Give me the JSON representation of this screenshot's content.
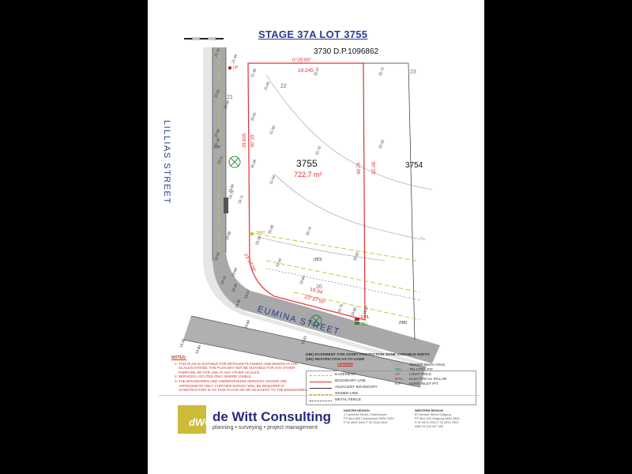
{
  "title": "STAGE 37A LOT 3755",
  "dp_label": "3730 D.P.1096862",
  "lot": {
    "number": "3755",
    "area": "722.7 m²",
    "adjacent": "3754"
  },
  "streets": {
    "lillias": "LILLIAS STREET",
    "eumina": "EUMINA STREET"
  },
  "dimensions": {
    "top_bearing": "0°25'05\"",
    "top_length": "19.245",
    "left_length": "29.605",
    "left_bearing": "90°25'",
    "right_length": "42.06",
    "right_bearing": "90°25'",
    "bottom_bearing": "23°37'50\"",
    "bottom_length": "16.94",
    "corner_arc": "23°17'20\""
  },
  "markers": {
    "lp": "LP",
    "kip": "KIP",
    "smh": "SMH",
    "epil": "EPIL",
    "tel": "TEL",
    "hb": "(HB)",
    "hd": "(HD)"
  },
  "contours": [
    "21",
    "22",
    "23",
    "20"
  ],
  "levels": [
    "21.49",
    "21.42",
    "21.48",
    "21.81",
    "22.47",
    "22.72",
    "20.82",
    "20.90",
    "20.81",
    "21.50",
    "21.70",
    "22.20",
    "20.58",
    "20.28",
    "20.26",
    "21.04",
    "20.11",
    "19.80",
    "19.73",
    "19.71",
    "20.74",
    "19.98",
    "20.28",
    "20.28",
    "20.04",
    "20.92",
    "19.92",
    "19.69",
    "19.84",
    "19.87",
    "19.42",
    "19.36",
    "19.57",
    "19.45",
    "19.80",
    "19.75",
    "19.60",
    "19.62",
    "19.35",
    "19.80"
  ],
  "notes": {
    "heading": "NOTES:",
    "items": [
      "THIS PLAN IS SUITABLE FOR DETAILED PLANNING AND DESIGN AT THE SCALE/S STATED. THE PLAN MAY NOT BE SUITABLE FOR ANY OTHER PURPOSE OR FOR USE AT ANY OTHER SCALE/S.",
      "SERVICES LOCATED ONLY WHERE VISIBLE.",
      "THE BOUNDARIES AND UNDERGROUND SERVICES SHOWN ARE APPROXIMATE ONLY. FURTHER SURVEY WILL BE REQUIRED IF CONSTRUCTION IS TO TAKE PLACE ON OR ADJACENT TO THE BOUNDARIES."
    ]
  },
  "legend": {
    "hb": "(HB) EASEMENT FOR ASSET PROTECTION ZONE VARIABLE WIDTH",
    "hd": "(HD) RESTRICTION AS TO USER",
    "title": "LEGEND",
    "left": [
      "EASEMENT",
      "BOUNDARY LINE",
      "ADJACENT BOUNDARY",
      "SEWER LINE",
      "METAL FENCE"
    ],
    "right_codes": [
      "SMH",
      "TEL",
      "LP",
      "EPIL",
      "KIP"
    ],
    "right": [
      "SEWER MAIN HOLE",
      "TELSTRA PIT",
      "LIGHT POLE",
      "ELECTRICAL PILLAR",
      "KERB INLET PIT"
    ]
  },
  "company": {
    "logo": "dWC",
    "name": "de Witt Consulting",
    "tagline": "planning • surveying • project management",
    "hunter": {
      "heading": "HUNTER REGION",
      "lines": [
        "1 Canberra Street, Charlestown",
        "PO Box 850 Charlestown NSW 2290",
        "P 02 4942 5441   F 02 4942 5301"
      ]
    },
    "western": {
      "heading": "WESTERN REGION",
      "lines": [
        "67 Herbert Street Gulgong",
        "PO Box 202 Gulgong NSW 2852",
        "P 02 6374 2911   F 02 6374 2922",
        "ABN 29 104 067 400"
      ]
    }
  },
  "colors": {
    "boundary": "#e03030",
    "blue_text": "#2a3b8f",
    "contour": "#8a4fa8",
    "road": "#9a9a9a",
    "logo": "#cdbb3a",
    "sewer": "#c8c030"
  }
}
